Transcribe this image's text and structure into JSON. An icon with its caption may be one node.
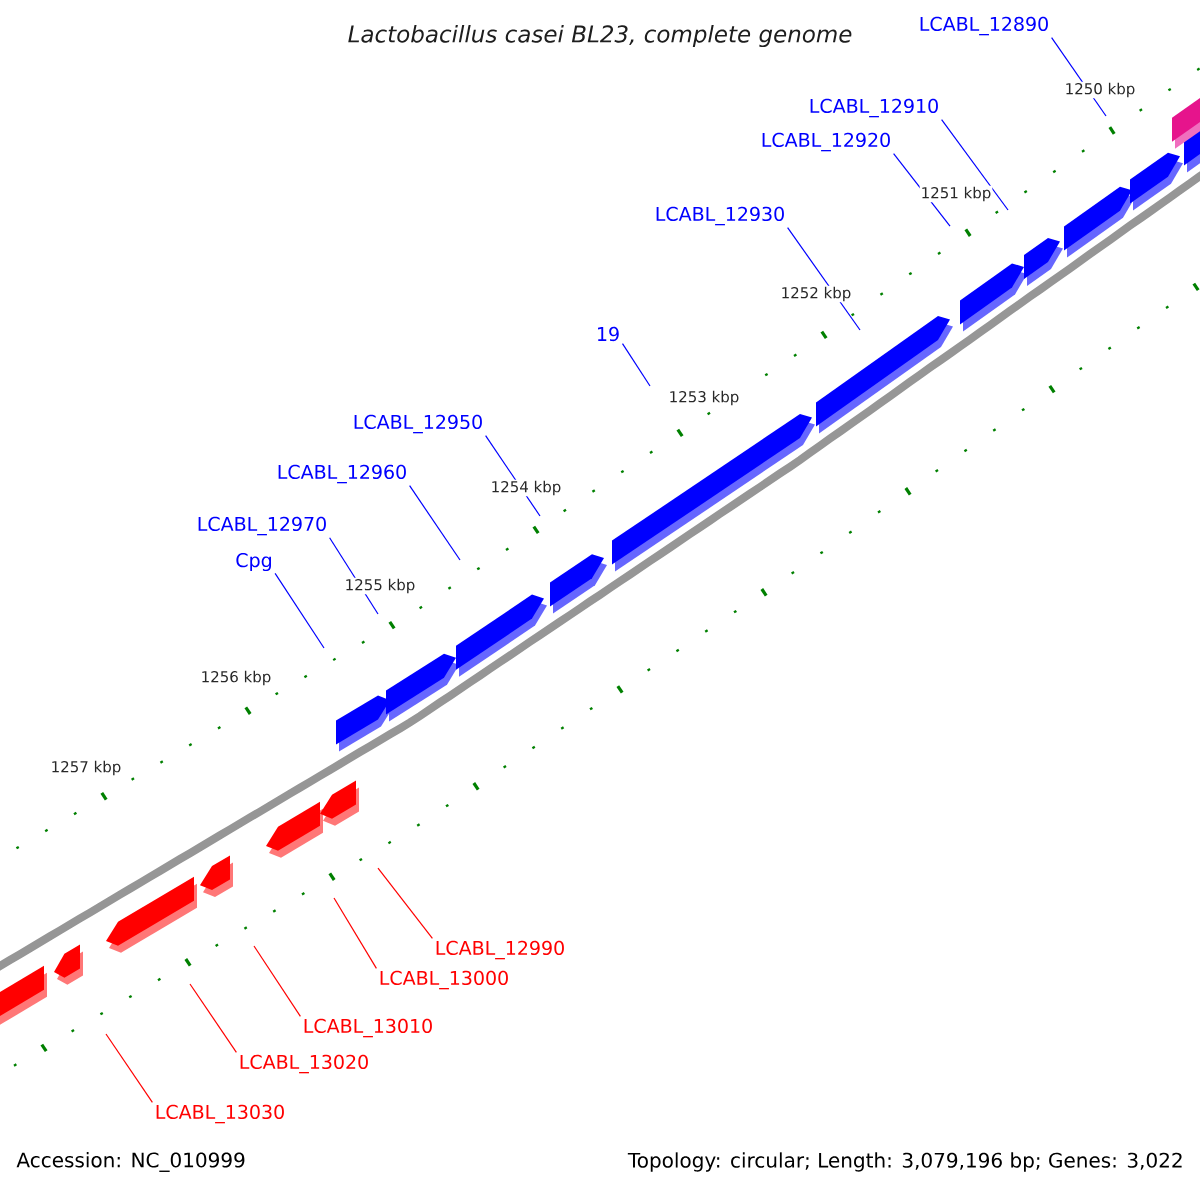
{
  "diagram": {
    "title": "Lactobacillus casei BL23, complete genome",
    "nodes": [
      {
        "text": [
          "LCABL_12890"
        ]
      },
      {
        "text": [
          "LCABL_12910"
        ]
      },
      {
        "text": [
          "LCABL_12920"
        ]
      },
      {
        "text": [
          "LCABL_12930"
        ]
      },
      {
        "text": [
          "19"
        ]
      },
      {
        "text": [
          "LCABL_12950"
        ]
      },
      {
        "text": [
          "LCABL_12960"
        ]
      },
      {
        "text": [
          "LCABL_12970"
        ]
      },
      {
        "text": [
          "Cpg"
        ]
      },
      {
        "text": [
          "LCABL_12990"
        ]
      },
      {
        "text": [
          "LCABL_13000"
        ]
      },
      {
        "text": [
          "LCABL_13010"
        ]
      },
      {
        "text": [
          "LCABL_13020"
        ]
      },
      {
        "text": [
          "LCABL_13030"
        ]
      }
    ],
    "edges": [
      {
        "from": 0,
        "to": null,
        "arrow": "none"
      },
      {
        "from": 1,
        "to": null,
        "arrow": "none"
      },
      {
        "from": 2,
        "to": null,
        "arrow": "none"
      },
      {
        "from": 3,
        "to": null,
        "arrow": "none"
      },
      {
        "from": 4,
        "to": null,
        "arrow": "none"
      },
      {
        "from": 5,
        "to": null,
        "arrow": "none"
      },
      {
        "from": 6,
        "to": null,
        "arrow": "none"
      },
      {
        "from": 7,
        "to": null,
        "arrow": "none"
      },
      {
        "from": 8,
        "to": null,
        "arrow": "none"
      },
      {
        "from": 9,
        "to": null,
        "arrow": "none",
        "color": "#ff0000"
      },
      {
        "from": 10,
        "to": null,
        "arrow": "none",
        "color": "#ff0000"
      },
      {
        "from": 11,
        "to": null,
        "arrow": "none",
        "color": "#ff0000"
      },
      {
        "from": 12,
        "to": null,
        "arrow": "none",
        "color": "#ff0000"
      },
      {
        "from": 13,
        "to": null,
        "arrow": "none",
        "color": "#ff0000"
      }
    ],
    "labels": [
      "1250 kbp",
      "1251 kbp",
      "1252 kbp",
      "1253 kbp",
      "1254 kbp",
      "1255 kbp",
      "1256 kbp",
      "1257 kbp",
      "Accession: NC_010999",
      "Topology: circular; Length: 3,079,196 bp; Genes: 3,022"
    ]
  }
}
